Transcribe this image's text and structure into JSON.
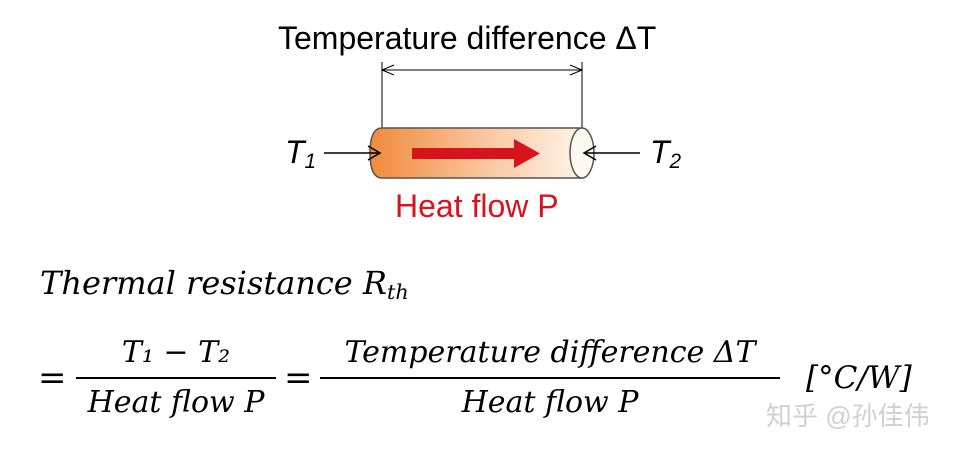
{
  "diagram": {
    "title": "Temperature difference ΔT",
    "t1_label": "T",
    "t1_sub": "1",
    "t2_label": "T",
    "t2_sub": "2",
    "heat_flow_label": "Heat flow P",
    "arrow_color": "#d7141e",
    "rod_color_hot": "#ef8a3b",
    "rod_color_cold": "#fff3e8"
  },
  "equation": {
    "lhs": "Thermal resistance R",
    "lhs_sub": "th",
    "eq1": "=",
    "frac1_num": "T₁ − T₂",
    "frac1_den": "Heat flow P",
    "eq2": "=",
    "frac2_num": "Temperature difference ΔT",
    "frac2_den": "Heat flow P",
    "unit": "[°C/W]"
  },
  "watermark": "知乎 @孙佳伟"
}
